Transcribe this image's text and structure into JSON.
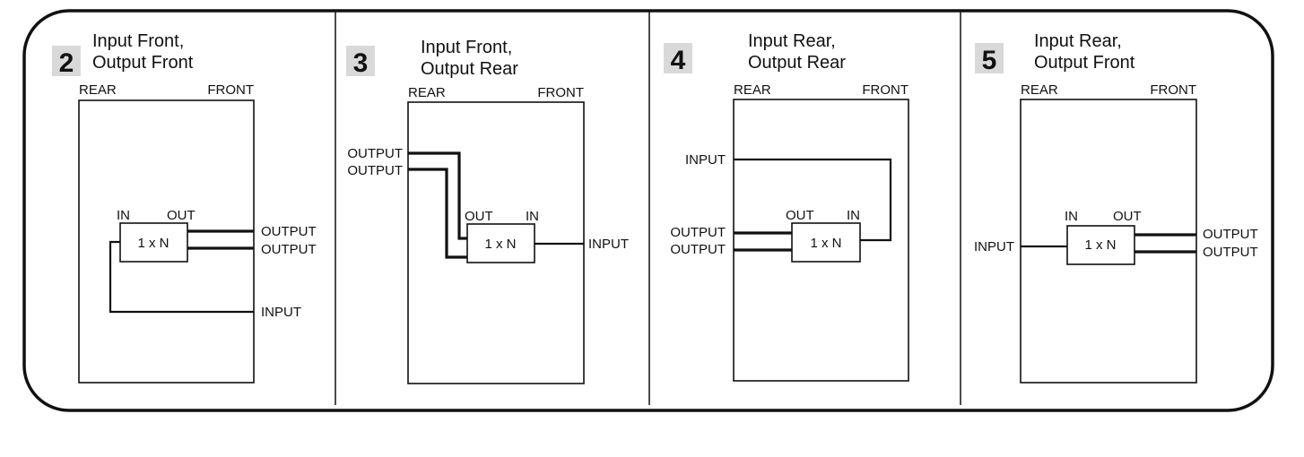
{
  "panels": [
    {
      "number": "2",
      "title_line1": "Input Front,",
      "title_line2": "Output Front",
      "rear": "REAR",
      "front": "FRONT",
      "module": "1 x N",
      "port_in": "IN",
      "port_out": "OUT",
      "output_1": "OUTPUT",
      "output_2": "OUTPUT",
      "input": "INPUT"
    },
    {
      "number": "3",
      "title_line1": "Input Front,",
      "title_line2": "Output Rear",
      "rear": "REAR",
      "front": "FRONT",
      "module": "1 x N",
      "port_in": "IN",
      "port_out": "OUT",
      "output_1": "OUTPUT",
      "output_2": "OUTPUT",
      "input": "INPUT"
    },
    {
      "number": "4",
      "title_line1": "Input Rear,",
      "title_line2": "Output Rear",
      "rear": "REAR",
      "front": "FRONT",
      "module": "1 x N",
      "port_in": "IN",
      "port_out": "OUT",
      "output_1": "OUTPUT",
      "output_2": "OUTPUT",
      "input": "INPUT"
    },
    {
      "number": "5",
      "title_line1": "Input Rear,",
      "title_line2": "Output Front",
      "rear": "REAR",
      "front": "FRONT",
      "module": "1 x N",
      "port_in": "IN",
      "port_out": "OUT",
      "output_1": "OUTPUT",
      "output_2": "OUTPUT",
      "input": "INPUT"
    }
  ]
}
